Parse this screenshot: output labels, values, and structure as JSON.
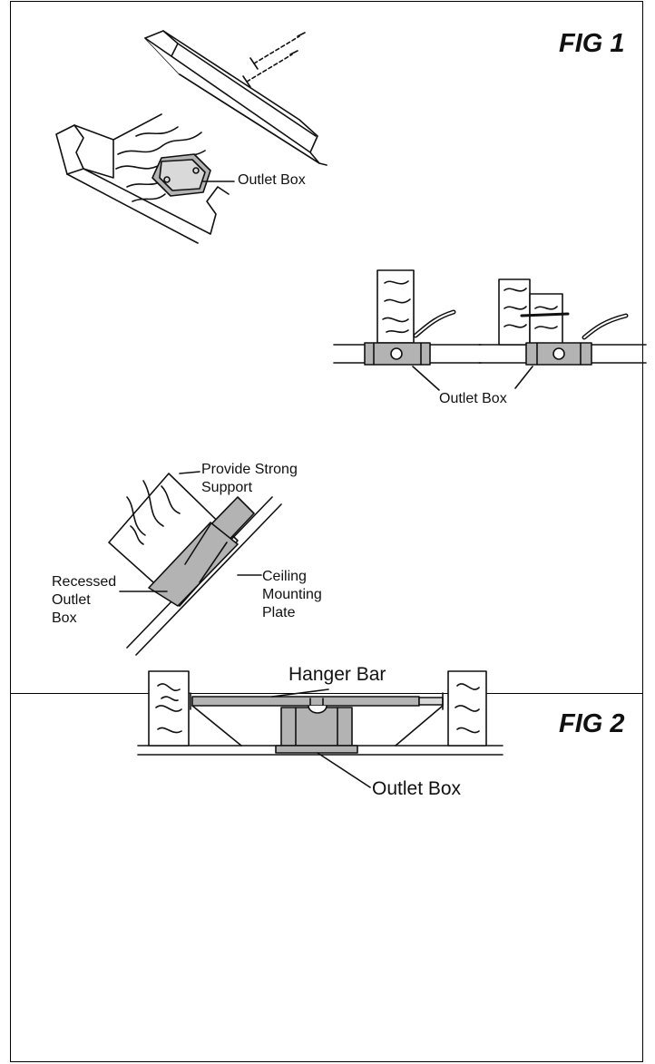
{
  "figures": {
    "fig1": {
      "title": "FIG 1",
      "labels": {
        "outlet_box_top": "Outlet Box",
        "outlet_box_mid": "Outlet Box",
        "provide_line1": "Provide Strong",
        "provide_line2": "Support",
        "recessed_line1": "Recessed",
        "recessed_line2": "Outlet",
        "recessed_line3": "Box",
        "ceiling_line1": "Ceiling",
        "ceiling_line2": "Mounting",
        "ceiling_line3": "Plate"
      }
    },
    "fig2": {
      "title": "FIG 2",
      "labels": {
        "hanger_bar": "Hanger Bar",
        "outlet_box": "Outlet Box"
      }
    }
  },
  "colors": {
    "line": "#111111",
    "box_fill": "#b3b3b3",
    "background": "#ffffff"
  }
}
